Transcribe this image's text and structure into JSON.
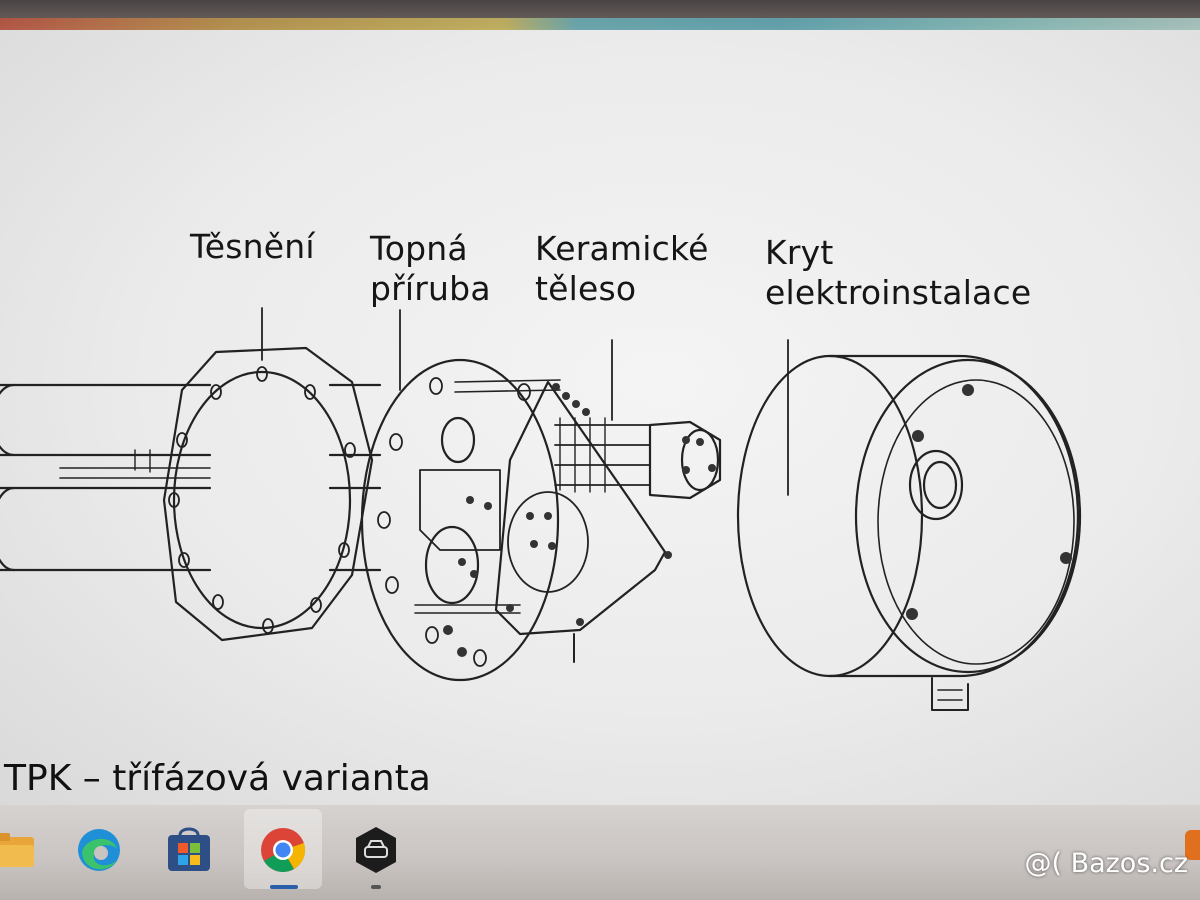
{
  "diagram": {
    "labels": {
      "gasket": "Těsnění",
      "heating_flange": [
        "Topná",
        "příruba"
      ],
      "ceramic_body": [
        "Keramické",
        "těleso"
      ],
      "electrical_cover": [
        "Kryt",
        "elektroinstalace"
      ]
    },
    "caption": "TPK – třífázová varianta"
  },
  "taskbar": {
    "icons": [
      "folder-icon",
      "edge-icon",
      "store-icon",
      "chrome-icon",
      "car-app-icon"
    ]
  },
  "watermark": "@( Bazos.cz"
}
